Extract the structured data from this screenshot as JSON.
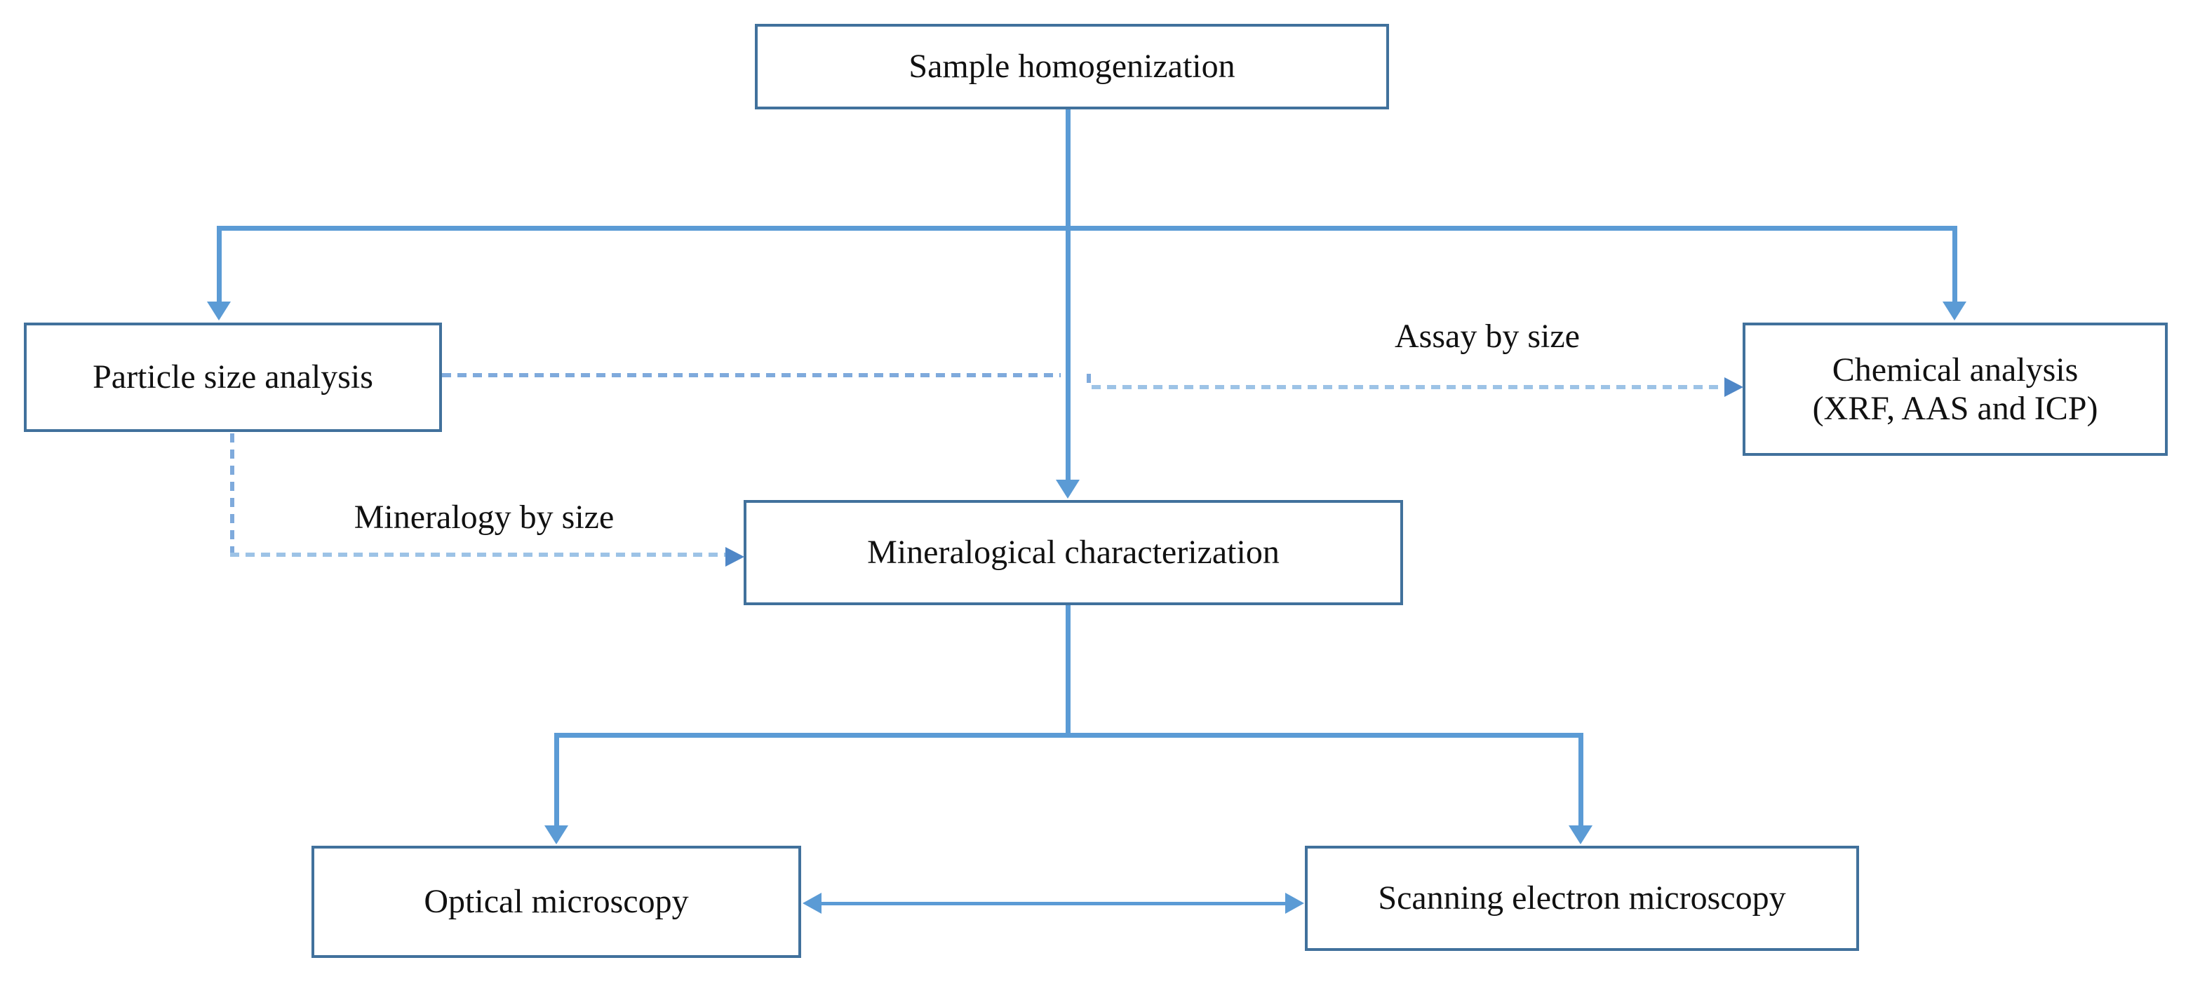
{
  "diagram": {
    "type": "flowchart",
    "nodes": {
      "sample": {
        "label": "Sample homogenization"
      },
      "particle": {
        "label": "Particle size analysis"
      },
      "chemical": {
        "label_line1": "Chemical analysis",
        "label_line2": "(XRF, AAS and ICP)"
      },
      "mineralogical": {
        "label": "Mineralogical characterization"
      },
      "optical": {
        "label": "Optical microscopy"
      },
      "sem": {
        "label": "Scanning electron microscopy"
      }
    },
    "edge_labels": {
      "assay": "Assay by size",
      "mineralogy": "Mineralogy by size"
    },
    "edges": [
      "Sample homogenization -> Particle size analysis (solid arrow)",
      "Sample homogenization -> Chemical analysis (XRF, AAS and ICP) (solid arrow)",
      "Sample homogenization -> Mineralogical characterization (solid arrow)",
      "Particle size analysis -> Chemical analysis (dashed arrow, label: Assay by size)",
      "Particle size analysis -> Mineralogical characterization (dashed arrow, label: Mineralogy by size)",
      "Mineralogical characterization -> Optical microscopy (solid arrow)",
      "Mineralogical characterization -> Scanning electron microscopy (solid arrow)",
      "Optical microscopy <-> Scanning electron microscopy (double-headed solid arrow)"
    ],
    "colors": {
      "box_border": "#41719C",
      "arrow_solid": "#5B9BD5",
      "arrow_dashed": "#7FAADC",
      "arrow_dashed_light": "#9DC3E6",
      "arrow_head_dashed": "#4F87C7",
      "text_color": "#111111",
      "background": "#FFFFFF"
    }
  }
}
